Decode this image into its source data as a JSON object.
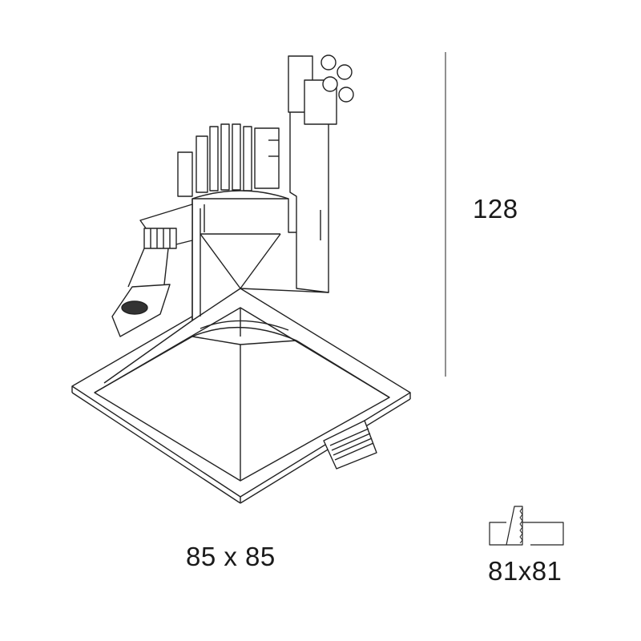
{
  "dimensions": {
    "height": "128",
    "trim": "85 x 85",
    "cutout": "81x81"
  },
  "icons": {
    "cutout": "ceiling-cutout-icon"
  }
}
